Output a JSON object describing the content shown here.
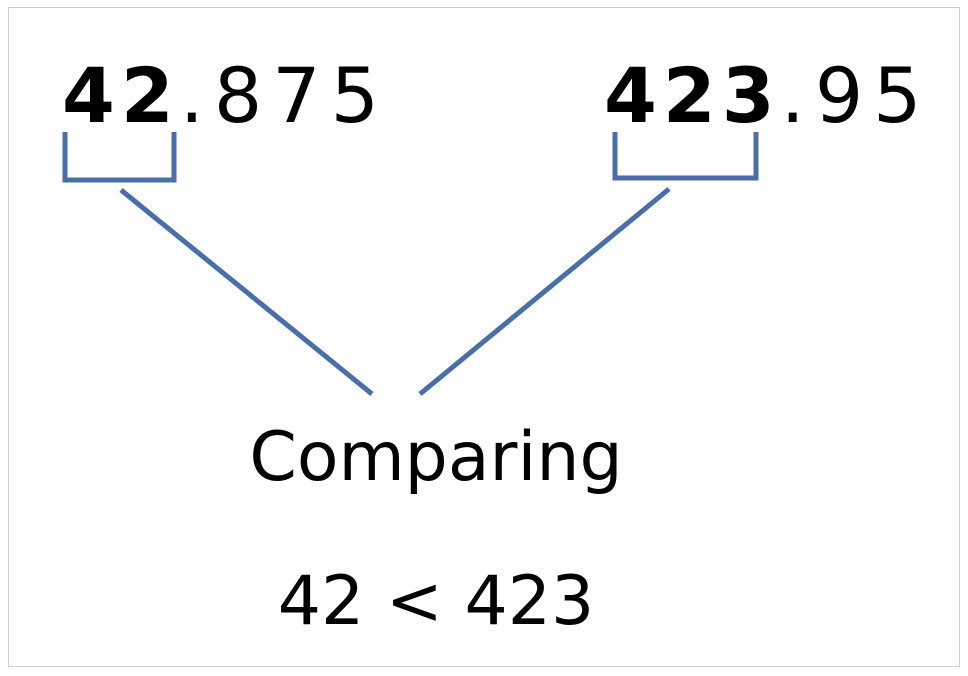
{
  "left_number": {
    "whole": "42",
    "fraction": ".875"
  },
  "right_number": {
    "whole": "423",
    "fraction": ".95"
  },
  "caption": "Comparing",
  "result": "42 < 423",
  "colors": {
    "bracket": "#4a6ea8",
    "text": "#000000"
  }
}
